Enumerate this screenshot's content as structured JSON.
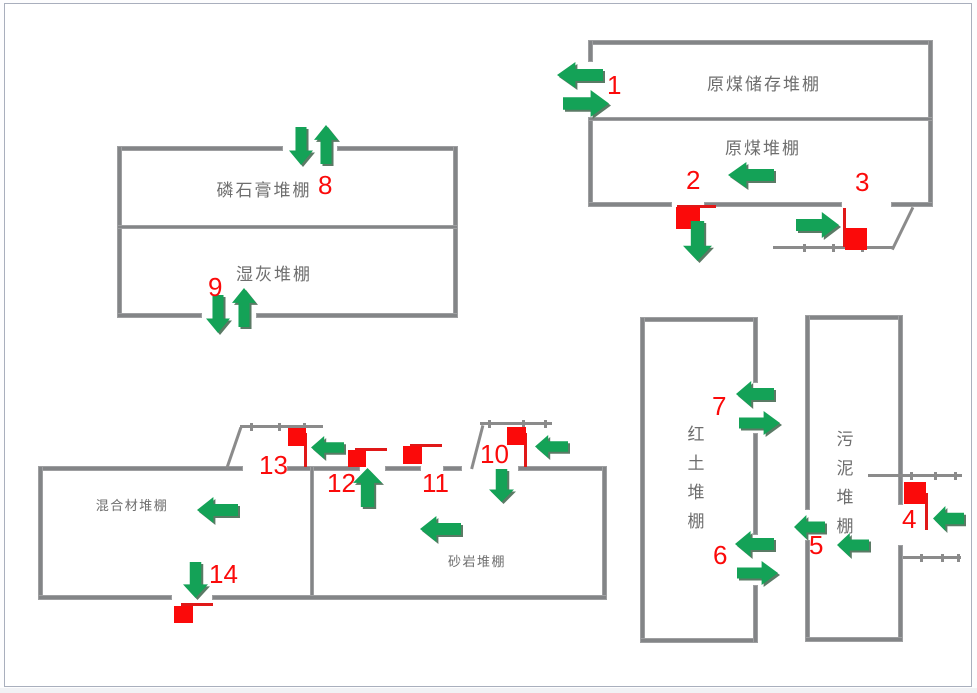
{
  "frame": {
    "background": "#ffffff",
    "border_color": "#a9afbd"
  },
  "palette": {
    "wall_gray": "#838587",
    "arrow_green": "#14a257",
    "arrow_shadow_green": "#5b7a65",
    "marker_red": "#fb0a0a",
    "line_red": "#e01818",
    "number_red": "#fb0a0a",
    "label_gray": "#6e6e6e",
    "road_gray": "#8b8b8b"
  },
  "sheds": {
    "raw_coal_storage": "原煤储存堆棚",
    "raw_coal": "原煤堆棚",
    "phosphogypsum": "磷石膏堆棚",
    "wet_ash": "湿灰堆棚",
    "red_soil": "红土堆棚",
    "sludge": "污泥堆棚",
    "mixed_material": "混合材堆棚",
    "sandstone": "砂岩堆棚"
  },
  "point_numbers": [
    "1",
    "2",
    "3",
    "4",
    "5",
    "6",
    "7",
    "8",
    "9",
    "10",
    "11",
    "12",
    "13",
    "14"
  ],
  "icons": {
    "green_arrow": "traffic-flow-direction-arrow",
    "red_square": "gate-weighbridge-marker",
    "red_line": "gate-barrier-line",
    "gray_road": "road-with-ticks",
    "diagonal": "ramp-line"
  }
}
